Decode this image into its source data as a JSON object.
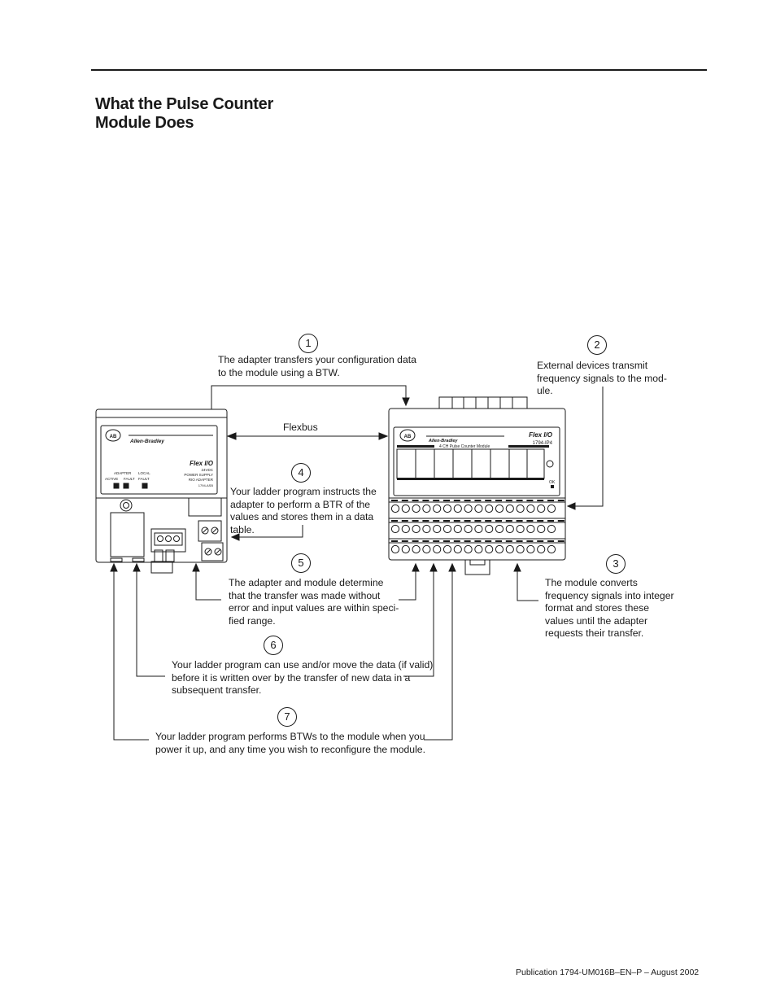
{
  "header": {
    "title_line1": "What the Pulse Counter",
    "title_line2": "Module Does"
  },
  "diagram": {
    "flexbus_label": "Flexbus",
    "adapter": {
      "brand": "Allen-Bradley",
      "logo": "AB",
      "flex_logo": "Flex I/O",
      "led_group1": "ADAPTER",
      "led_active": "ACTIVE",
      "led_fault": "FAULT",
      "led_group2": "LOCAL",
      "led_local_fault": "FAULT",
      "desc_line1": "24VDC",
      "desc_line2": "POWER SUPPLY",
      "desc_line3": "RIO ADAPTER",
      "catalog": "1794-ASB"
    },
    "module": {
      "brand": "Allen-Bradley",
      "logo": "AB",
      "flex_logo": "Flex I/O",
      "catalog": "1794-IP4",
      "name": "4 CH Pulse Counter Module",
      "ok_label": "OK"
    },
    "callouts": [
      {
        "num": "1",
        "lines": [
          "The adapter transfers your configuration data",
          "to the module using a BTW."
        ]
      },
      {
        "num": "2",
        "lines": [
          "External devices transmit",
          "frequency signals to the mod-",
          "ule."
        ]
      },
      {
        "num": "3",
        "lines": [
          "The module converts",
          "frequency signals into integer",
          "format and stores these",
          "values until the adapter",
          "requests their transfer."
        ]
      },
      {
        "num": "4",
        "lines": [
          "Your ladder program instructs the",
          "adapter to perform a BTR of the",
          "values and stores them in a data",
          "table."
        ]
      },
      {
        "num": "5",
        "lines": [
          "The adapter and module determine",
          "that the transfer was made without",
          "error and input values are within speci-",
          "fied range."
        ]
      },
      {
        "num": "6",
        "lines": [
          "Your ladder program can use and/or move the data (if valid)",
          "before it is written over by the transfer of new data in a",
          "subsequent transfer."
        ]
      },
      {
        "num": "7",
        "lines": [
          "Your ladder program performs BTWs to the module when you",
          "power it up, and any time you wish to reconfigure the module."
        ]
      }
    ]
  },
  "footer": {
    "publication": "Publication 1794-UM016B–EN–P – August 2002"
  }
}
